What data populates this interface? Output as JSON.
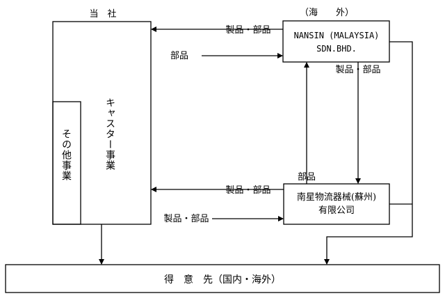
{
  "company": {
    "title": "当　社",
    "main_business": "キャスター事業",
    "other_business": "その他事業"
  },
  "overseas": {
    "title": "（海　　外）"
  },
  "nansin": {
    "line1": "NANSIN (MALAYSIA)",
    "line2": "SDN.BHD."
  },
  "nanxing": {
    "line1": "南星物流器械(蘇州)",
    "line2": "有限公司"
  },
  "customer": {
    "label": "得　意　先（国内・海外）"
  },
  "flows": {
    "nansin_to_company": "製品・部品",
    "company_to_nansin": "部品",
    "nansin_to_nanxing": "製品・部品",
    "nanxing_to_nansin": "部品",
    "nanxing_to_company": "製品・部品",
    "company_to_nanxing": "製品・部品"
  }
}
